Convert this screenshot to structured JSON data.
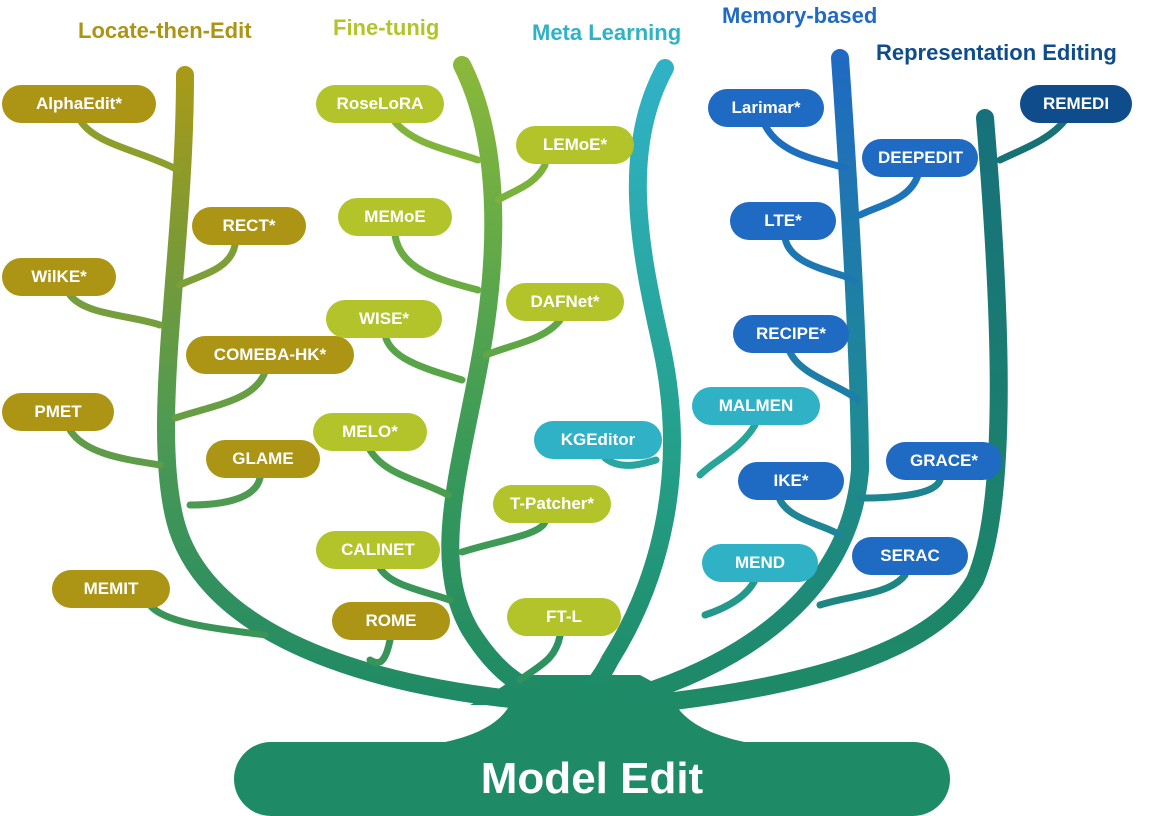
{
  "title": "Model Edit",
  "categories": {
    "locate_then_edit": "Locate-then-Edit",
    "fine_tuning": "Fine-tunig",
    "meta_learning": "Meta Learning",
    "memory_based": "Memory-based",
    "representation_editing": "Representation Editing"
  },
  "colors": {
    "locate_then_edit": "#ac9414",
    "fine_tuning": "#b2c42a",
    "meta_learning": "#30b2c6",
    "memory_based": "#1f6ac2",
    "representation_editing": "#0f4c8c",
    "trunk": "#1e8a66"
  },
  "nodes": {
    "alphaedit": "AlphaEdit*",
    "rect": "RECT*",
    "wilke": "WilKE*",
    "comeba_hk": "COMEBA-HK*",
    "pmet": "PMET",
    "glame": "GLAME",
    "memit": "MEMIT",
    "rome": "ROME",
    "roselora": "RoseLoRA",
    "lemoe": "LEMoE*",
    "memoe": "MEMoE",
    "dafnet": "DAFNet*",
    "wise": "WISE*",
    "melo": "MELO*",
    "t_patcher": "T-Patcher*",
    "calinet": "CALINET",
    "ft_l": "FT-L",
    "kgeditor": "KGEditor",
    "malmen": "MALMEN",
    "mend": "MEND",
    "larimar": "Larimar*",
    "deepedit": "DEEPEDIT",
    "lte": "LTE*",
    "recipe": "RECIPE*",
    "ike": "IKE*",
    "grace": "GRACE*",
    "serac": "SERAC",
    "remedi": "REMEDI"
  }
}
